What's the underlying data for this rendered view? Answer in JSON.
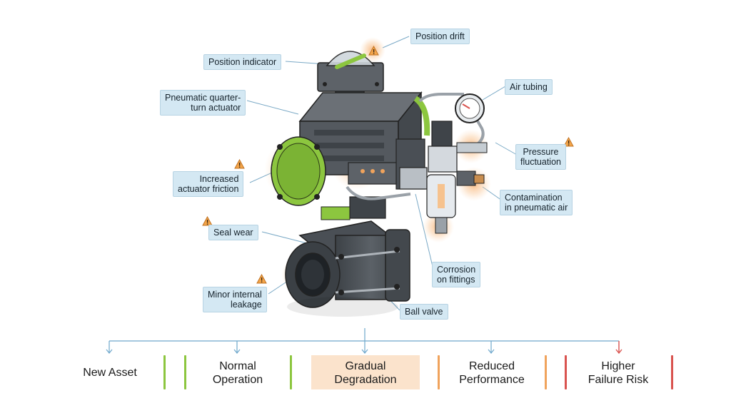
{
  "callouts": {
    "position_drift": "Position drift",
    "position_indicator": "Position indicator",
    "actuator_line1": "Pneumatic quarter-",
    "actuator_line2": "turn actuator",
    "air_tubing": "Air tubing",
    "pressure_line1": "Pressure",
    "pressure_line2": "fluctuation",
    "friction_line1": "Increased",
    "friction_line2": "actuator friction",
    "contamination_line1": "Contamination",
    "contamination_line2": "in pneumatic air",
    "seal_wear": "Seal wear",
    "corrosion_line1": "Corrosion",
    "corrosion_line2": "on fittings",
    "leakage_line1": "Minor internal",
    "leakage_line2": "leakage",
    "ball_valve": "Ball valve"
  },
  "timeline": {
    "stages": [
      {
        "line1": "New Asset",
        "line2": ""
      },
      {
        "line1": "Normal",
        "line2": "Operation"
      },
      {
        "line1": "Gradual",
        "line2": "Degradation"
      },
      {
        "line1": "Reduced",
        "line2": "Performance"
      },
      {
        "line1": "Higher",
        "line2": "Failure Risk"
      }
    ]
  },
  "colors": {
    "callout_bg": "#d4e8f3",
    "accent_green": "#8cc63f",
    "warning_orange": "#f0a35c",
    "risk_red": "#d9534f",
    "timeline_blue": "#6fa8cc",
    "body_dark": "#4a4f55"
  }
}
